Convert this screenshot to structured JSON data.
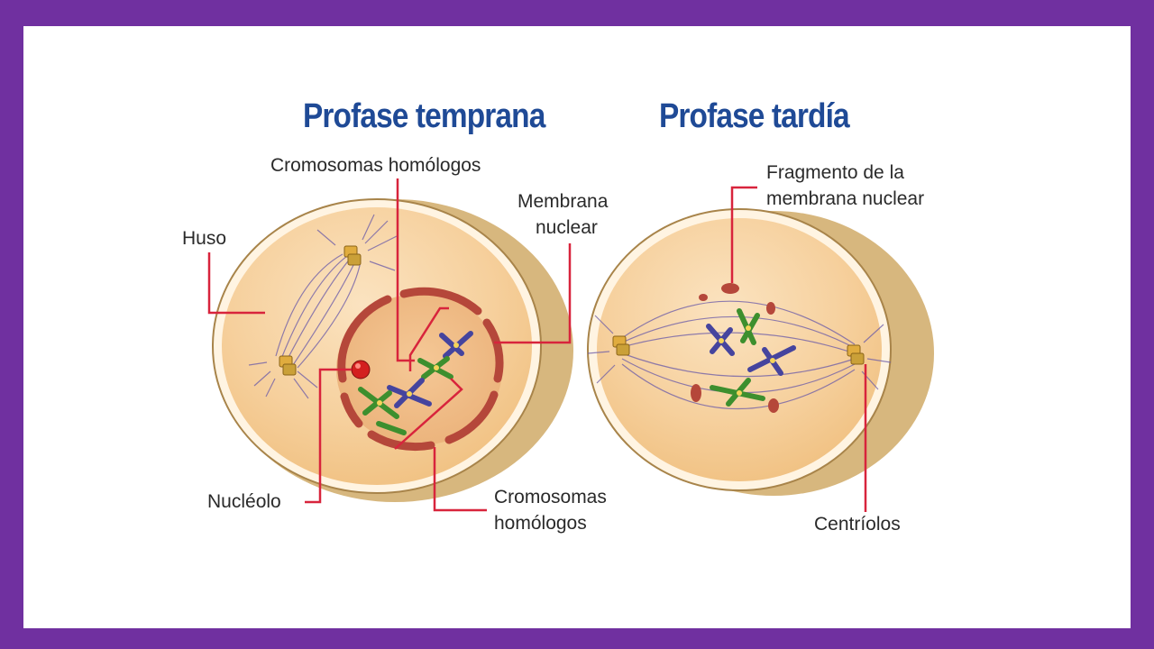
{
  "colors": {
    "border": "#7030a0",
    "background": "#ffffff",
    "title": "#1f4a96",
    "leader_line": "#d8243c",
    "cytoplasm": "#f6d3a3",
    "cell_rim": "#d4b57a",
    "nuclear_membrane": "#b5473a",
    "chromosome_blue": "#45449e",
    "chromosome_green": "#3d8f2e",
    "centriole": "#d9a33a",
    "spindle": "#5a4a9e"
  },
  "diagram": {
    "early": {
      "title": "Profase temprana",
      "labels": {
        "cromosomas_top": "Cromosomas homólogos",
        "membrana_1": "Membrana",
        "membrana_2": "nuclear",
        "huso": "Huso",
        "nucleolo": "Nucléolo",
        "cromosomas_bottom_1": "Cromosomas",
        "cromosomas_bottom_2": "homólogos"
      }
    },
    "late": {
      "title": "Profase tardía",
      "labels": {
        "fragmento_1": "Fragmento de la",
        "fragmento_2": "membrana nuclear",
        "centriolos": "Centríolos"
      }
    }
  }
}
